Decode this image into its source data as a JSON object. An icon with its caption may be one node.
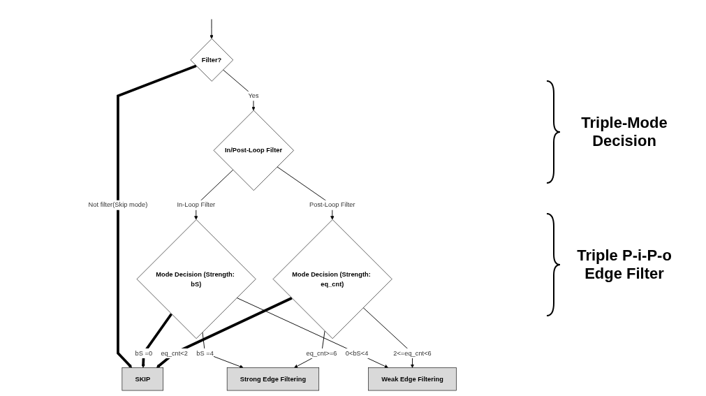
{
  "diagram": {
    "nodes": [
      {
        "text": [
          "Filter?"
        ]
      },
      {
        "text": [
          "In/Post-Loop Filter"
        ]
      },
      {
        "text": [
          "Mode Decision (Strength: bS)"
        ]
      },
      {
        "text": [
          "Mode Decision (Strength: eq_cnt)"
        ]
      },
      {
        "text": [
          "Strong Edge Filtering"
        ]
      },
      {
        "text": [
          "Weak Edge Filtering"
        ]
      },
      {
        "text": [
          "SKIP"
        ]
      }
    ],
    "edges": [
      {
        "from": null,
        "to": 0,
        "arrow": "to"
      },
      {
        "from": 0,
        "to": 1,
        "arrow": "to",
        "label": "Yes"
      },
      {
        "from": 0,
        "to": 6,
        "arrow": "to",
        "label": "Not filter(Skip mode)",
        "style": "thick"
      },
      {
        "from": 1,
        "to": 2,
        "arrow": "to",
        "label": "In-Loop Filter"
      },
      {
        "from": 1,
        "to": 3,
        "arrow": "to",
        "label": "Post-Loop Filter"
      },
      {
        "from": 2,
        "to": 6,
        "arrow": "to",
        "label": "bS =0",
        "style": "thick"
      },
      {
        "from": 2,
        "to": 4,
        "arrow": "to",
        "label": "bS =4"
      },
      {
        "from": 2,
        "to": 5,
        "arrow": "to",
        "label": "0<bS<4"
      },
      {
        "from": 3,
        "to": 4,
        "arrow": "to",
        "label": "eq_cnt>=6"
      },
      {
        "from": 3,
        "to": 6,
        "arrow": "to",
        "label": "eq_cnt<2",
        "style": "thick"
      },
      {
        "from": 3,
        "to": 5,
        "arrow": "to",
        "label": "2<=eq_cnt<6"
      }
    ],
    "labels": [
      "Triple-Mode Decision",
      "Triple P-i-P-o Edge Filter"
    ]
  }
}
